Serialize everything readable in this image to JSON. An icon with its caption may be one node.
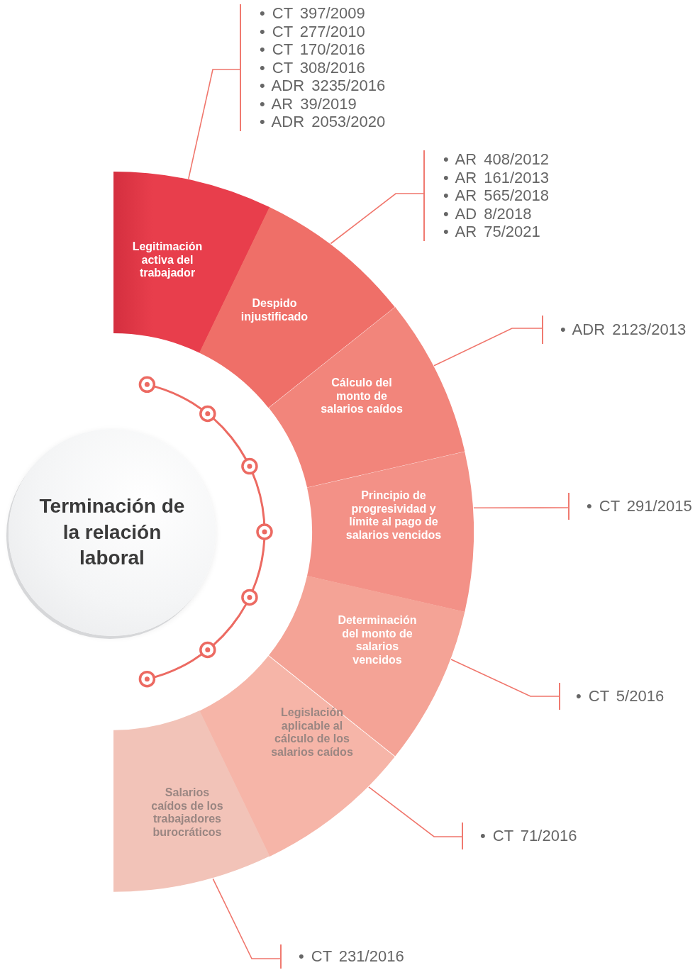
{
  "diagram": {
    "nodes": [
      {
        "text": [
          "Terminación de la relación laboral"
        ]
      },
      {
        "text": [
          "Legitimación activa del trabajador"
        ]
      },
      {
        "text": [
          "Despido injustificado"
        ]
      },
      {
        "text": [
          "Cálculo del monto de salarios caídos"
        ]
      },
      {
        "text": [
          "Principio de progresividad y límite al pago de salarios vencidos"
        ]
      },
      {
        "text": [
          "Determinación del monto de salarios vencidos"
        ]
      },
      {
        "text": [
          "Legislación aplicable al cálculo de los salarios caídos"
        ]
      },
      {
        "text": [
          "Salarios caídos de los trabajadores burocráticos"
        ]
      },
      {
        "text": [
          "• CT 397/2009",
          "• CT 277/2010",
          "• CT 170/2016",
          "• CT 308/2016",
          "• ADR 3235/2016",
          "• AR 39/2019",
          "• ADR 2053/2020"
        ]
      },
      {
        "text": [
          "• AR 408/2012",
          "• AR 161/2013",
          "• AR 565/2018",
          "• AD 8/2018",
          "• AR 75/2021"
        ]
      },
      {
        "text": [
          "• ADR 2123/2013"
        ]
      },
      {
        "text": [
          "• CT 291/2015"
        ]
      },
      {
        "text": [
          "• CT 5/2016"
        ]
      },
      {
        "text": [
          "• CT 71/2016"
        ]
      },
      {
        "text": [
          "• CT 231/2016"
        ]
      }
    ],
    "edges": [
      {
        "from": 1,
        "to": 8,
        "arrow": "none"
      },
      {
        "from": 2,
        "to": 9,
        "arrow": "none"
      },
      {
        "from": 3,
        "to": 10,
        "arrow": "none"
      },
      {
        "from": 4,
        "to": 11,
        "arrow": "none"
      },
      {
        "from": 5,
        "to": 12,
        "arrow": "none"
      },
      {
        "from": 6,
        "to": 13,
        "arrow": "none"
      },
      {
        "from": 7,
        "to": 14,
        "arrow": "none"
      }
    ]
  }
}
